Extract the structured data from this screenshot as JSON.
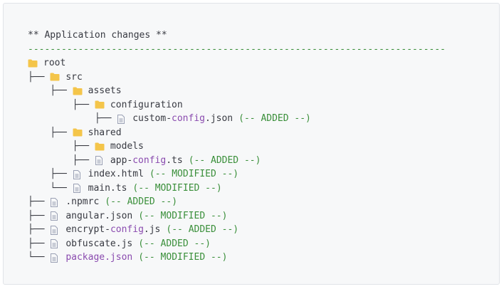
{
  "header": {
    "title": "** Application changes **",
    "divider": "---------------------------------------------------------------------------"
  },
  "tree": [
    {
      "prefix": "",
      "icon": "folder-icon",
      "name": "root",
      "highlight": "",
      "tag": "",
      "purple": false
    },
    {
      "prefix": "├── ",
      "icon": "folder-icon",
      "name": "src",
      "highlight": "",
      "tag": "",
      "purple": false
    },
    {
      "prefix": "    ├── ",
      "icon": "folder-icon",
      "name": "assets",
      "highlight": "",
      "tag": "",
      "purple": false
    },
    {
      "prefix": "        ├── ",
      "icon": "folder-icon",
      "name": "configuration",
      "highlight": "",
      "tag": "",
      "purple": false
    },
    {
      "prefix": "            ├── ",
      "icon": "file-icon",
      "name": "custom-config.json",
      "highlight": "config",
      "tag": "(-- ADDED --)",
      "purple": false
    },
    {
      "prefix": "    ├── ",
      "icon": "folder-icon",
      "name": "shared",
      "highlight": "",
      "tag": "",
      "purple": false
    },
    {
      "prefix": "        ├── ",
      "icon": "folder-icon",
      "name": "models",
      "highlight": "",
      "tag": "",
      "purple": false
    },
    {
      "prefix": "        ├── ",
      "icon": "file-icon",
      "name": "app-config.ts",
      "highlight": "config",
      "tag": "(-- ADDED --)",
      "purple": false
    },
    {
      "prefix": "    ├── ",
      "icon": "file-icon",
      "name": "index.html",
      "highlight": "",
      "tag": "(-- MODIFIED --)",
      "purple": false
    },
    {
      "prefix": "    └── ",
      "icon": "file-icon",
      "name": "main.ts",
      "highlight": "",
      "tag": "(-- MODIFIED --)",
      "purple": false
    },
    {
      "prefix": "├── ",
      "icon": "file-icon",
      "name": ".npmrc",
      "highlight": "",
      "tag": "(-- ADDED --)",
      "purple": false
    },
    {
      "prefix": "├── ",
      "icon": "file-icon",
      "name": "angular.json",
      "highlight": "",
      "tag": "(-- MODIFIED --)",
      "purple": false
    },
    {
      "prefix": "├── ",
      "icon": "file-icon",
      "name": "encrypt-config.js",
      "highlight": "config",
      "tag": "(-- ADDED --)",
      "purple": false
    },
    {
      "prefix": "├── ",
      "icon": "file-icon",
      "name": "obfuscate.js",
      "highlight": "",
      "tag": "(-- ADDED --)",
      "purple": false
    },
    {
      "prefix": "└── ",
      "icon": "file-icon",
      "name": "package.json",
      "highlight": "",
      "tag": "(-- MODIFIED --)",
      "purple": true
    }
  ],
  "colors": {
    "folder": "#f4c54a",
    "file": "#9aa0b4",
    "tag": "#3a8f3a",
    "highlight": "#8a4baf"
  }
}
